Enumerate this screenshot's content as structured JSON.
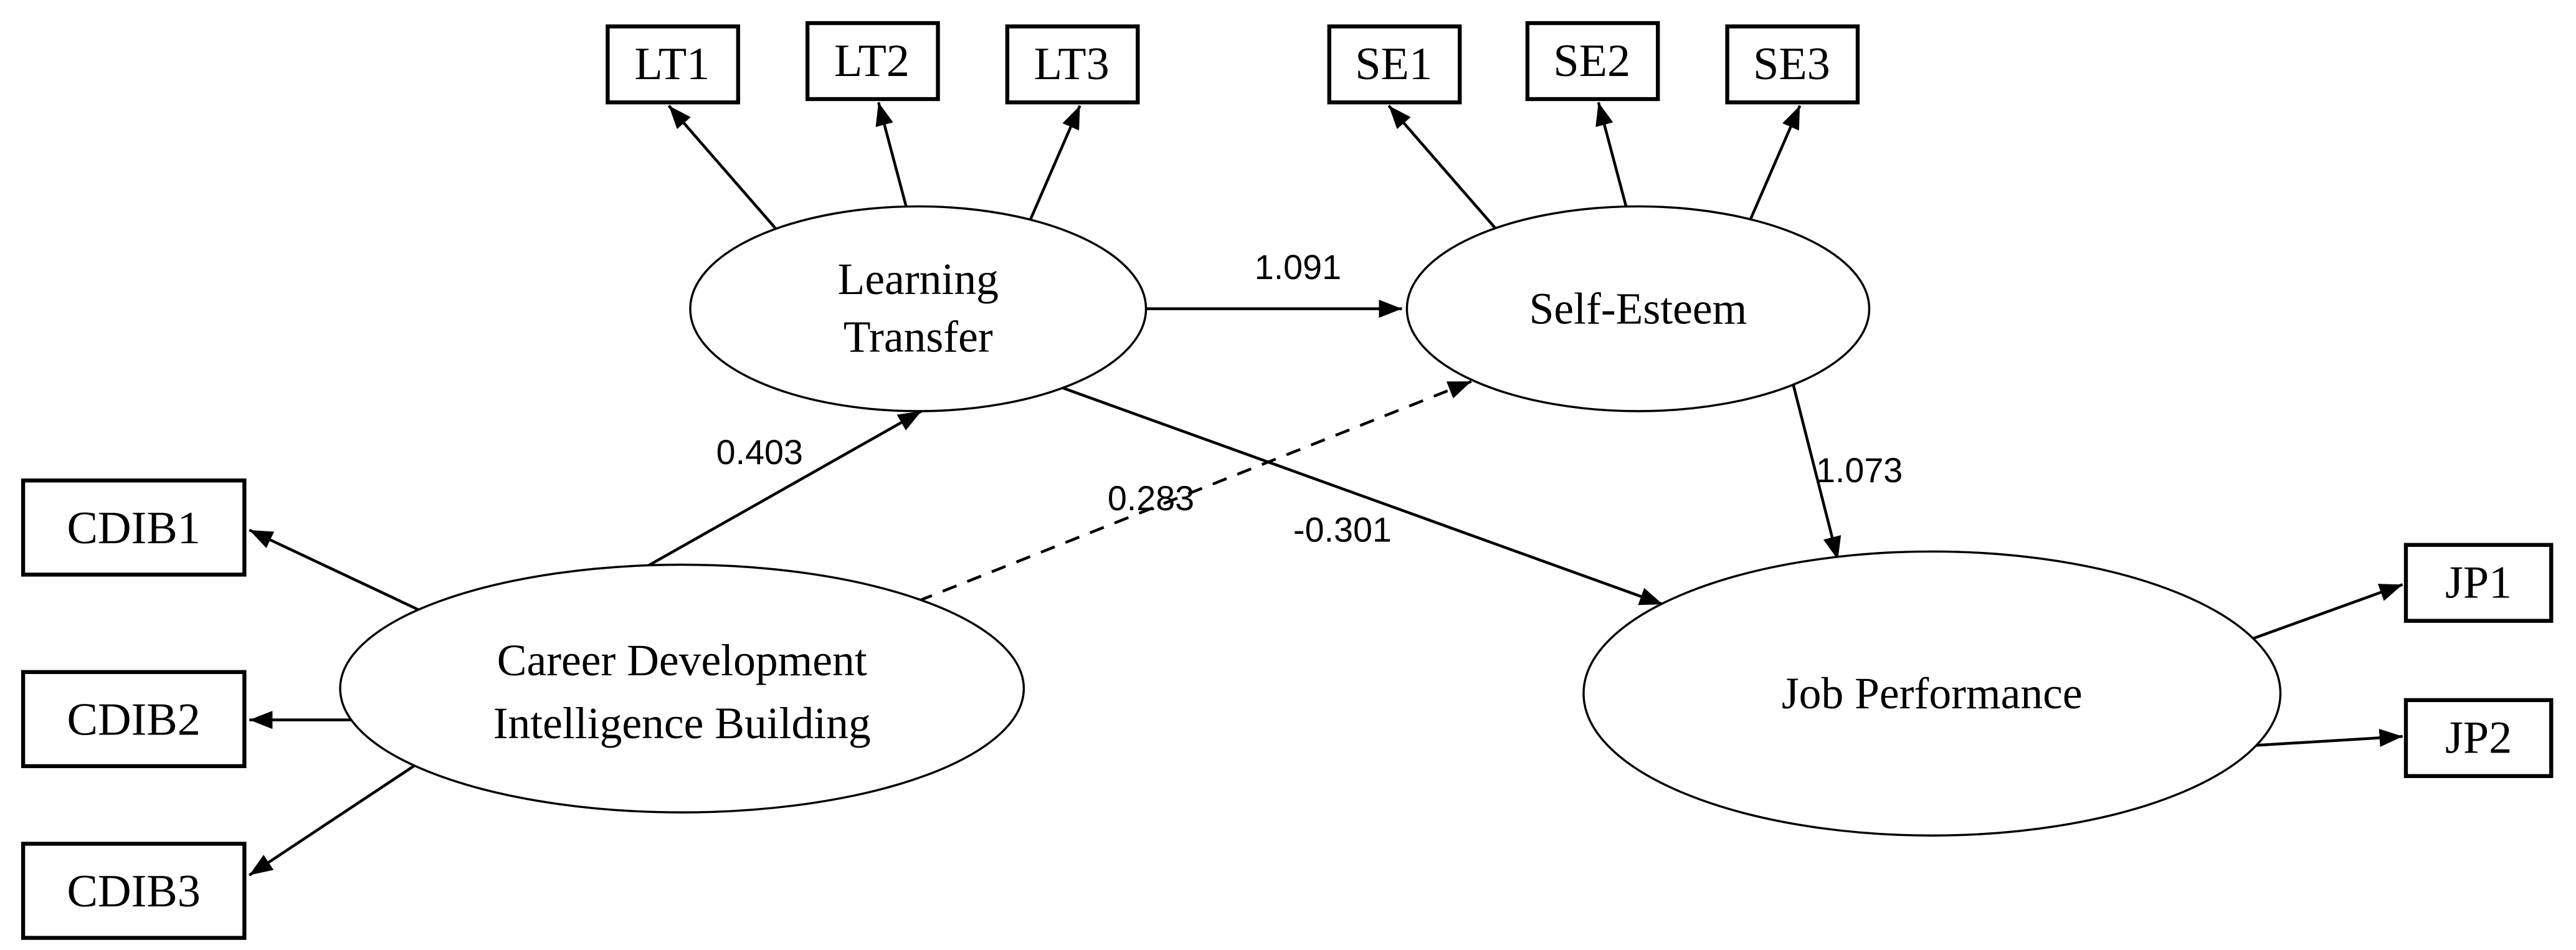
{
  "figure": {
    "type": "sem-path-diagram",
    "background_color": "#ffffff",
    "line_color": "#000000",
    "text_color": "#000000"
  },
  "latent": {
    "learning_transfer": {
      "line1": "Learning",
      "line2": "Transfer"
    },
    "self_esteem": {
      "label": "Self-Esteem"
    },
    "career_development": {
      "line1": "Career Development",
      "line2": "Intelligence Building"
    },
    "job_performance": {
      "label": "Job Performance"
    }
  },
  "indicators": {
    "lt1": "LT1",
    "lt2": "LT2",
    "lt3": "LT3",
    "se1": "SE1",
    "se2": "SE2",
    "se3": "SE3",
    "cdib1": "CDIB1",
    "cdib2": "CDIB2",
    "cdib3": "CDIB3",
    "jp1": "JP1",
    "jp2": "JP2"
  },
  "coefficients": {
    "cdib_to_lt": "0.403",
    "lt_to_se": "1.091",
    "cdib_to_se": "0.283",
    "lt_to_jp": "-0.301",
    "se_to_jp": "1.073"
  },
  "paths": [
    {
      "from": "Career Development Intelligence Building",
      "to": "Learning Transfer",
      "coefficient": "0.403",
      "line": "solid"
    },
    {
      "from": "Learning Transfer",
      "to": "Self-Esteem",
      "coefficient": "1.091",
      "line": "solid"
    },
    {
      "from": "Career Development Intelligence Building",
      "to": "Self-Esteem",
      "coefficient": "0.283",
      "line": "dashed"
    },
    {
      "from": "Learning Transfer",
      "to": "Job Performance",
      "coefficient": "-0.301",
      "line": "solid"
    },
    {
      "from": "Self-Esteem",
      "to": "Job Performance",
      "coefficient": "1.073",
      "line": "solid"
    }
  ],
  "measurement": {
    "Learning Transfer": [
      "LT1",
      "LT2",
      "LT3"
    ],
    "Self-Esteem": [
      "SE1",
      "SE2",
      "SE3"
    ],
    "Career Development Intelligence Building": [
      "CDIB1",
      "CDIB2",
      "CDIB3"
    ],
    "Job Performance": [
      "JP1",
      "JP2"
    ]
  }
}
